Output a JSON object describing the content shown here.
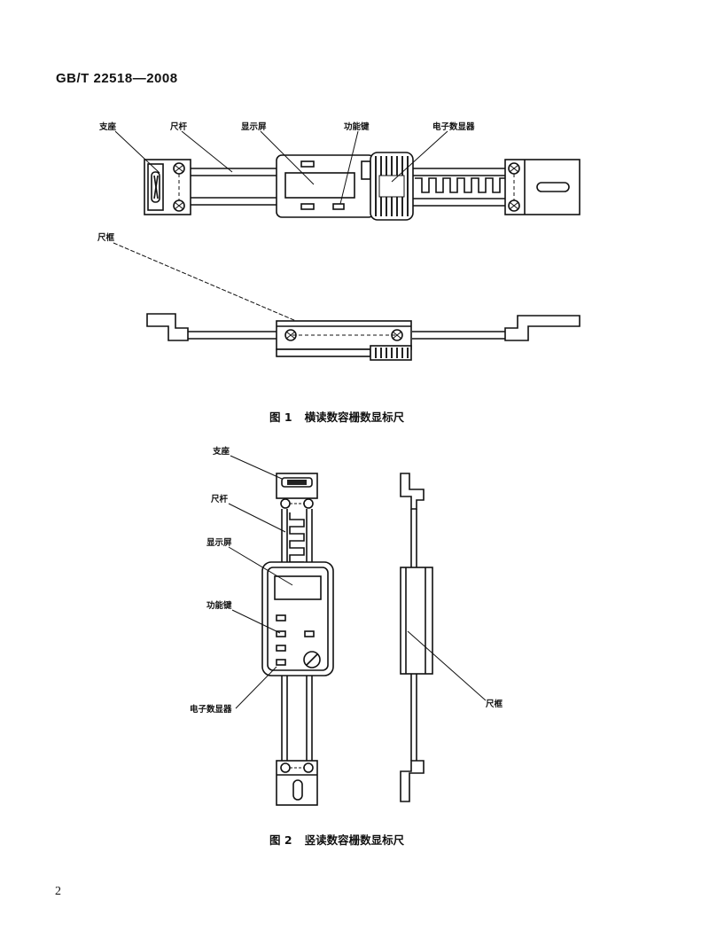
{
  "header": {
    "standard_number": "GB/T 22518—2008"
  },
  "figure1": {
    "caption_number": "图 1",
    "caption_title": "横读数容栅数显标尺",
    "labels": {
      "support": "支座",
      "bar": "尺杆",
      "display": "显示屏",
      "function_key": "功能键",
      "readout": "电子数显器",
      "frame": "尺框"
    }
  },
  "figure2": {
    "caption_number": "图 2",
    "caption_title": "竖读数容栅数显标尺",
    "labels": {
      "support": "支座",
      "bar": "尺杆",
      "display": "显示屏",
      "function_key": "功能键",
      "readout": "电子数显器",
      "frame": "尺框"
    }
  },
  "footer": {
    "page_number": "2"
  }
}
